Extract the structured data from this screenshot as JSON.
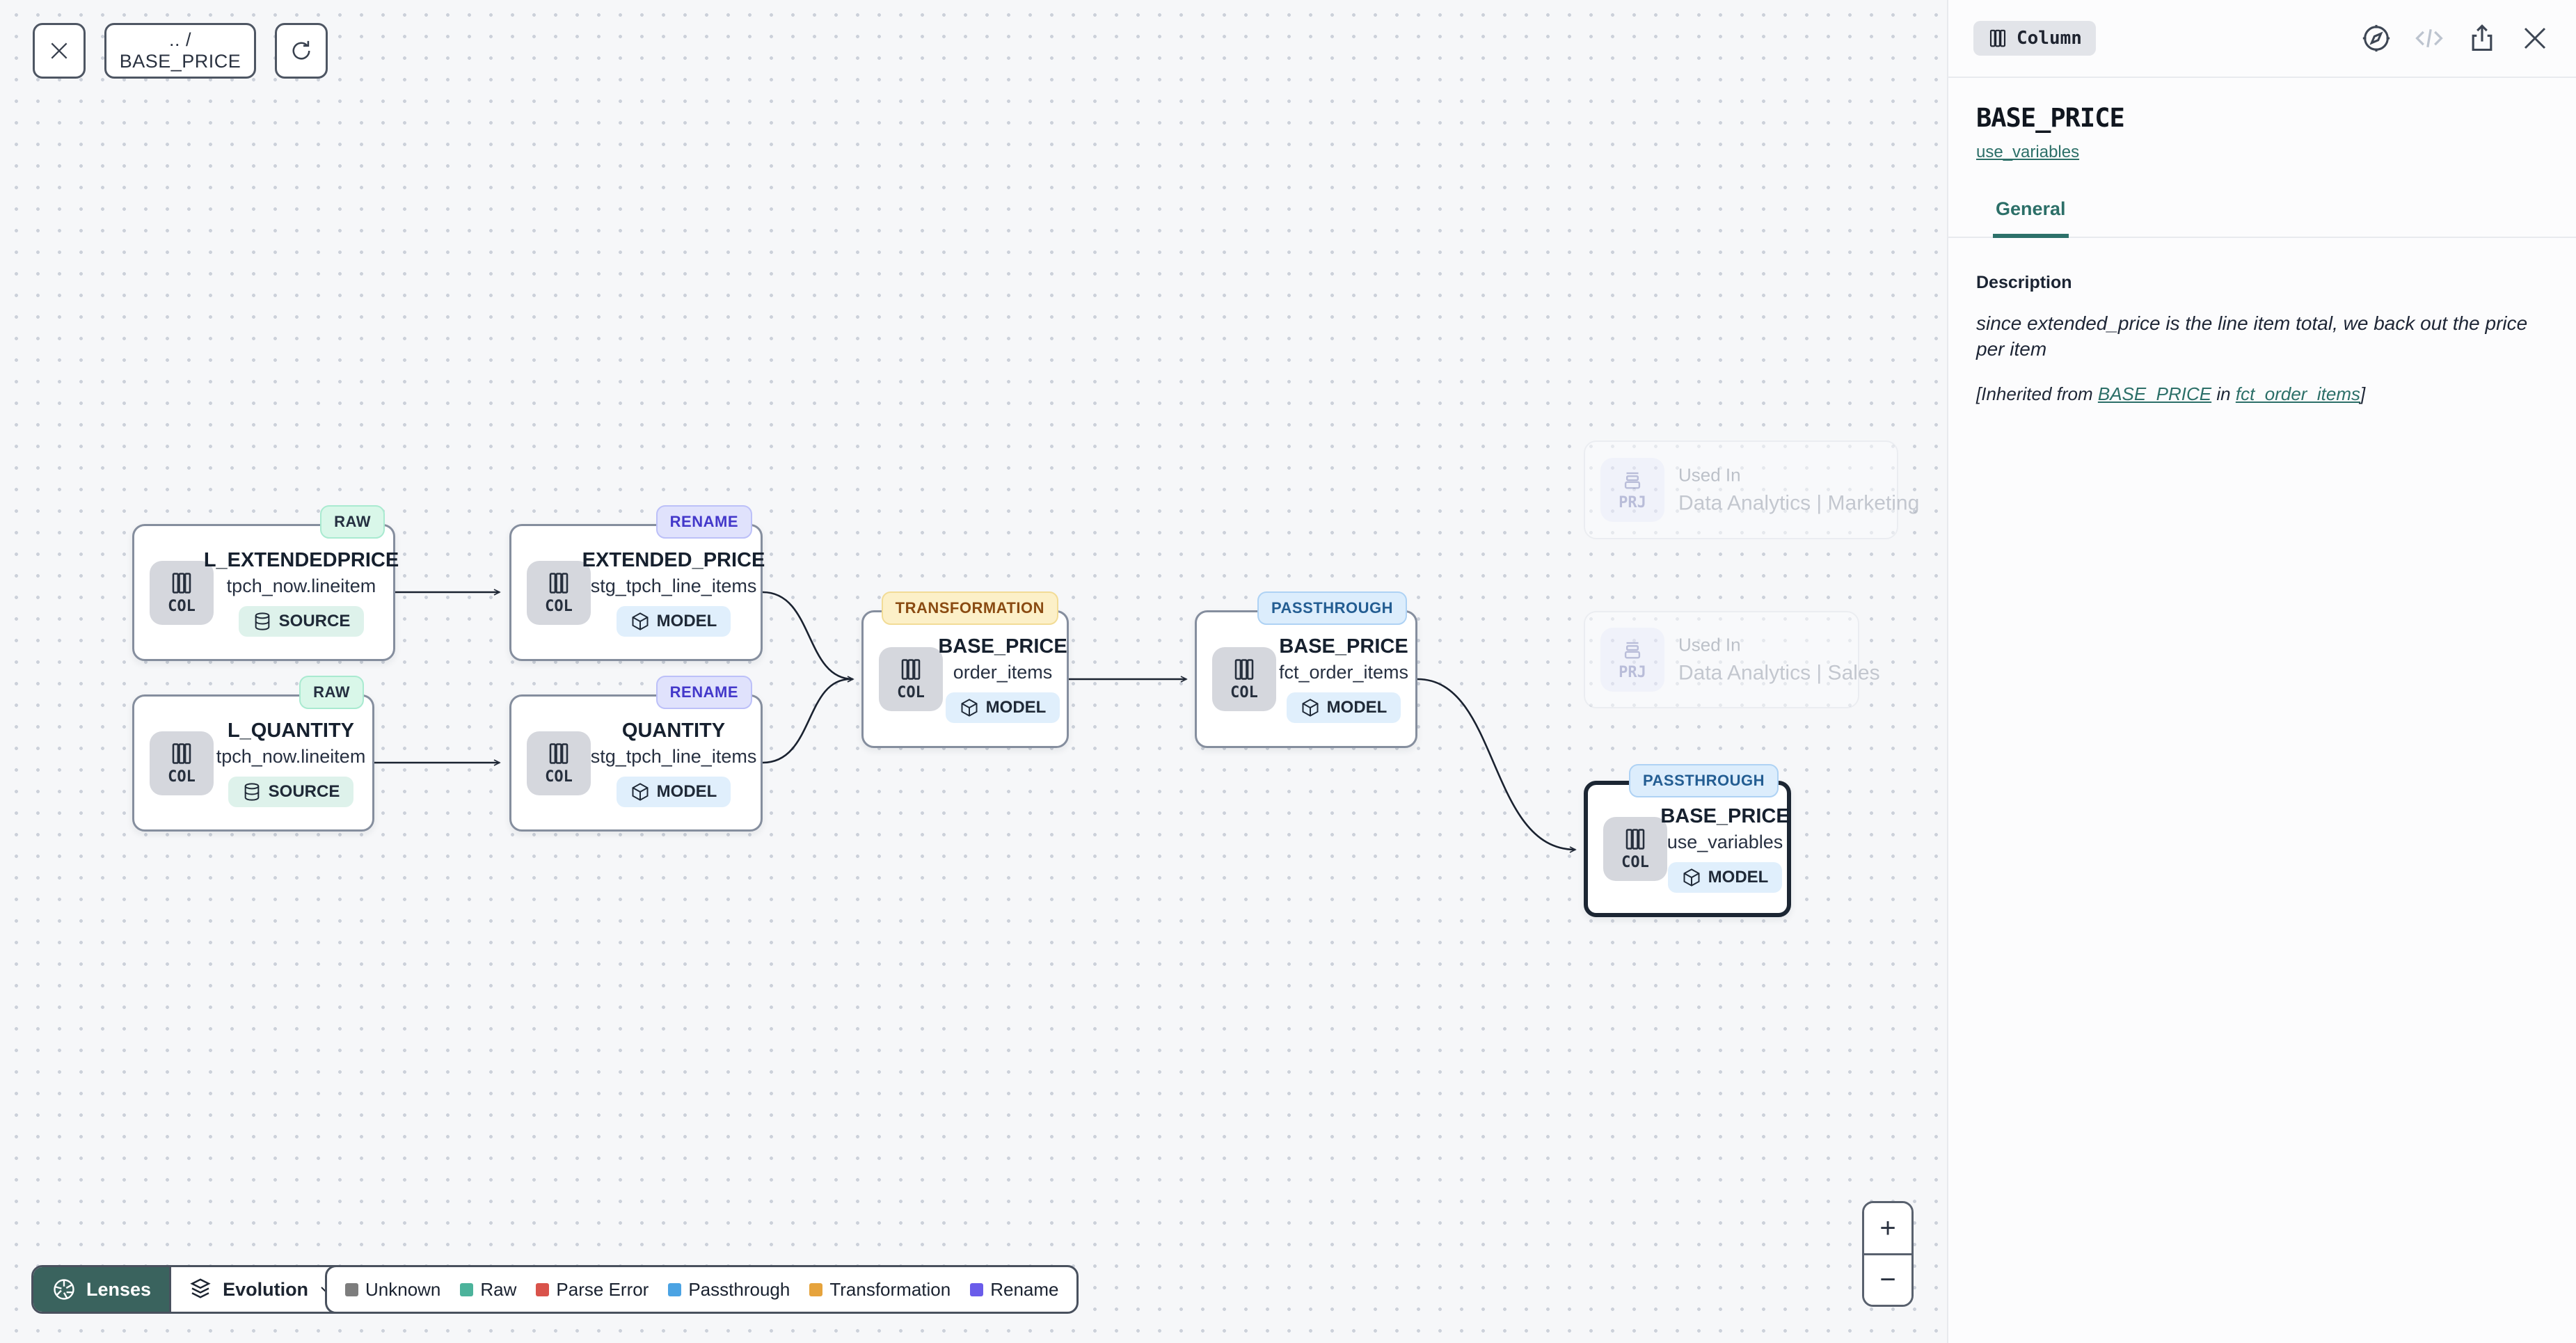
{
  "toolbar": {
    "breadcrumb": ".. / BASE_PRICE"
  },
  "canvas": {
    "nodes": [
      {
        "badge": "RAW",
        "title": "L_EXTENDEDPRICE",
        "subtitle": "tpch_now.lineitem",
        "chip": "SOURCE",
        "entity_label": "COL"
      },
      {
        "badge": "RAW",
        "title": "L_QUANTITY",
        "subtitle": "tpch_now.lineitem",
        "chip": "SOURCE",
        "entity_label": "COL"
      },
      {
        "badge": "RENAME",
        "title": "EXTENDED_PRICE",
        "subtitle": "stg_tpch_line_items",
        "chip": "MODEL",
        "entity_label": "COL"
      },
      {
        "badge": "RENAME",
        "title": "QUANTITY",
        "subtitle": "stg_tpch_line_items",
        "chip": "MODEL",
        "entity_label": "COL"
      },
      {
        "badge": "TRANSFORMATION",
        "title": "BASE_PRICE",
        "subtitle": "order_items",
        "chip": "MODEL",
        "entity_label": "COL"
      },
      {
        "badge": "PASSTHROUGH",
        "title": "BASE_PRICE",
        "subtitle": "fct_order_items",
        "chip": "MODEL",
        "entity_label": "COL"
      },
      {
        "badge": "PASSTHROUGH",
        "title": "BASE_PRICE",
        "subtitle": "use_variables",
        "chip": "MODEL",
        "entity_label": "COL",
        "selected": true
      }
    ],
    "used_in": [
      {
        "label": "Used In",
        "project": "Data Analytics | Marketing",
        "entity_label": "PRJ"
      },
      {
        "label": "Used In",
        "project": "Data Analytics | Sales",
        "entity_label": "PRJ"
      }
    ]
  },
  "controls": {
    "lenses_label": "Lenses",
    "lens_selected": "Evolution",
    "zoom_in": "+",
    "zoom_out": "−"
  },
  "legend": {
    "items": [
      {
        "label": "Unknown",
        "color": "#7d7d7d"
      },
      {
        "label": "Raw",
        "color": "#4cb39b"
      },
      {
        "label": "Parse Error",
        "color": "#d9534b"
      },
      {
        "label": "Passthrough",
        "color": "#4ba3e3"
      },
      {
        "label": "Transformation",
        "color": "#e6a33c"
      },
      {
        "label": "Rename",
        "color": "#6a5cea"
      }
    ]
  },
  "panel": {
    "type_badge": "Column",
    "title": "BASE_PRICE",
    "subtitle_link": "use_variables",
    "tabs": [
      {
        "label": "General",
        "active": true
      }
    ],
    "description_label": "Description",
    "description_text": "since extended_price is the line item total, we back out the price per item",
    "inherited": {
      "prefix": "[Inherited from ",
      "link1": "BASE_PRICE",
      "middle": " in ",
      "link2": "fct_order_items",
      "suffix": "]"
    }
  },
  "colors": {
    "accent_teal": "#2c6f68",
    "lenses_bg": "#3a635e",
    "selected_node_border": "#1c2633",
    "raw_badge_bg": "#d9f7e9",
    "rename_badge_bg": "#e0e2fc",
    "transformation_badge_bg": "#fcf0c8",
    "passthrough_badge_bg": "#dcedfc",
    "source_chip_bg": "#def2eb",
    "model_chip_bg": "#e0effc"
  }
}
